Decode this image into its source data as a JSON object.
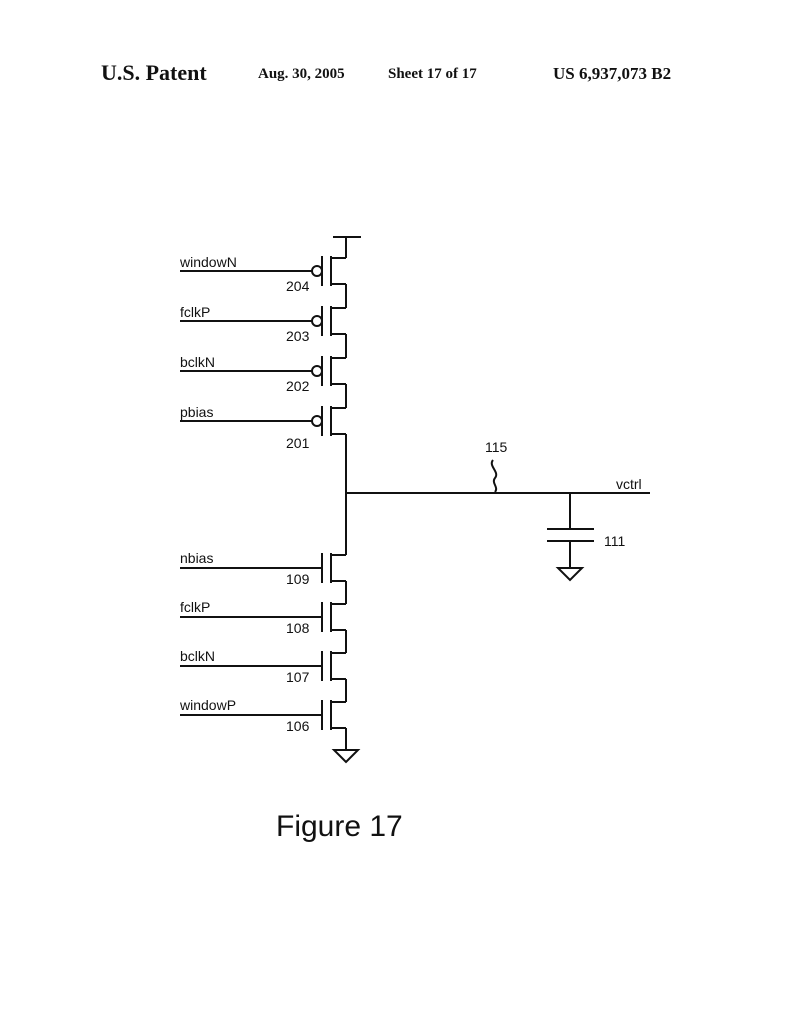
{
  "header": {
    "left": "U.S. Patent",
    "date": "Aug. 30, 2005",
    "sheet": "Sheet 17 of 17",
    "number": "US 6,937,073 B2"
  },
  "pmos": [
    {
      "signal": "windowN",
      "ref": "204"
    },
    {
      "signal": "fclkP",
      "ref": "203"
    },
    {
      "signal": "bclkN",
      "ref": "202"
    },
    {
      "signal": "pbias",
      "ref": "201"
    }
  ],
  "nmos": [
    {
      "signal": "nbias",
      "ref": "109"
    },
    {
      "signal": "fclkP",
      "ref": "108"
    },
    {
      "signal": "bclkN",
      "ref": "107"
    },
    {
      "signal": "windowP",
      "ref": "106"
    }
  ],
  "output": {
    "net_ref": "115",
    "net_label": "vctrl",
    "capacitor_ref": "111"
  },
  "caption": "Figure 17"
}
